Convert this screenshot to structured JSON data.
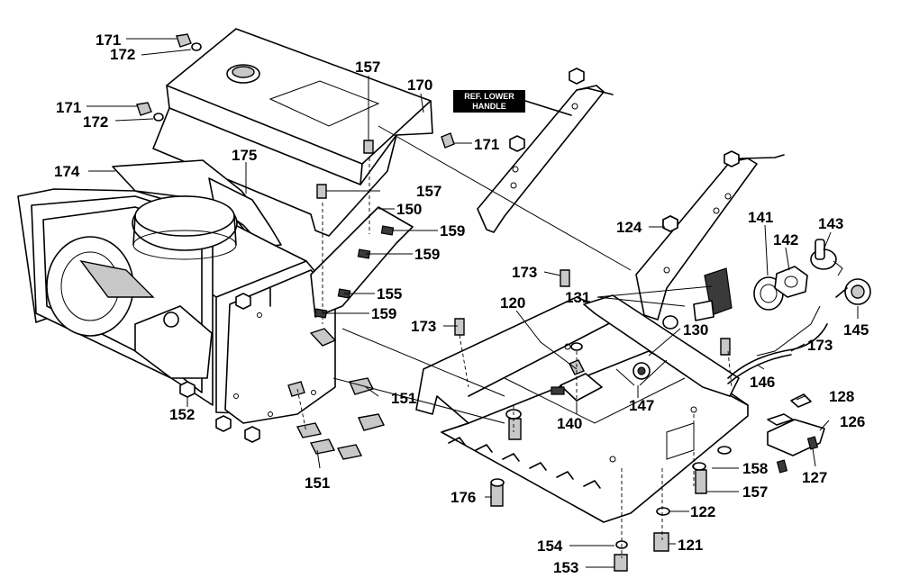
{
  "note": {
    "line1": "REF. LOWER",
    "line2": "HANDLE"
  },
  "labels": {
    "p171a": "171",
    "p172a": "172",
    "p171b": "171",
    "p172b": "172",
    "p157a": "157",
    "p170": "170",
    "p171c": "171",
    "p174": "174",
    "p175": "175",
    "p157b": "157",
    "p150": "150",
    "p159a": "159",
    "p159b": "159",
    "p155": "155",
    "p159c": "159",
    "p124": "124",
    "p141": "141",
    "p142": "142",
    "p143": "143",
    "p173a": "173",
    "p131": "131",
    "p120": "120",
    "p130": "130",
    "p173b": "173",
    "p145": "145",
    "p173c": "173",
    "p146": "146",
    "p151a": "151",
    "p152": "152",
    "p147": "147",
    "p140": "140",
    "p128": "128",
    "p126": "126",
    "p151b": "151",
    "p158": "158",
    "p127": "127",
    "p157c": "157",
    "p176": "176",
    "p122": "122",
    "p154": "154",
    "p121": "121",
    "p153": "153"
  }
}
